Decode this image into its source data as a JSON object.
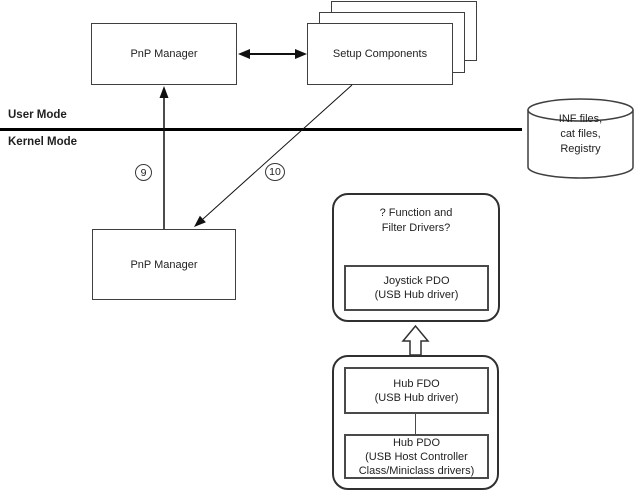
{
  "mode_divider": {
    "user_label": "User Mode",
    "kernel_label": "Kernel Mode"
  },
  "nodes": {
    "pnp_user": {
      "label": "PnP Manager"
    },
    "setup_components": {
      "label": "Setup Components"
    },
    "pnp_kernel": {
      "label": "PnP Manager"
    },
    "store": {
      "lines": [
        "INF files,",
        "cat files,",
        "Registry"
      ]
    },
    "function_filter_group": {
      "lines": [
        "? Function and",
        "Filter Drivers?"
      ]
    },
    "joystick_pdo": {
      "lines": [
        "Joystick PDO",
        "(USB Hub driver)"
      ]
    },
    "hub_fdo": {
      "lines": [
        "Hub FDO",
        "(USB Hub driver)"
      ]
    },
    "hub_pdo": {
      "lines": [
        "Hub PDO",
        "(USB Host Controller",
        "Class/Miniclass drivers)"
      ]
    }
  },
  "steps": {
    "nine": "9",
    "ten": "10"
  },
  "colors": {
    "line": "#303030",
    "divider": "#000000",
    "background": "#ffffff",
    "text": "#1f1f1f"
  }
}
